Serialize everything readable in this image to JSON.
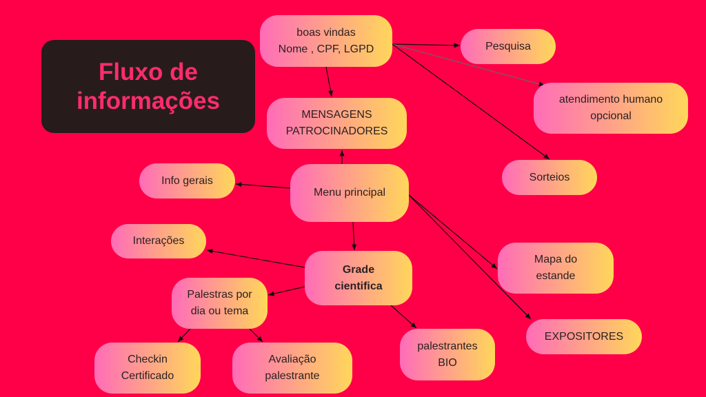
{
  "title": "Fluxo de\ninformações",
  "nodes": {
    "boas_vindas": "boas vindas\nNome , CPF, LGPD",
    "pesquisa": "Pesquisa",
    "atendimento": "atendimento humano\nopcional",
    "mensagens": "MENSAGENS\nPATROCINADORES",
    "sorteios": "Sorteios",
    "info_gerais": "Info gerais",
    "menu_principal": "Menu principal",
    "interacoes": "Interações",
    "grade": "Grade\ncientifica",
    "mapa": "Mapa do\nestande",
    "palestras": "Palestras por\ndia ou tema",
    "palestrantes_bio": "palestrantes\nBIO",
    "expositores": "EXPOSITORES",
    "checkin": "Checkin\nCertificado",
    "avaliacao": "Avaliação\npalestrante"
  },
  "colors": {
    "background": "#ff0048",
    "title_box": "#271b1b",
    "title_text": "#ff2c6c",
    "node_from": "#ff6cb8",
    "node_to": "#ffd75a"
  }
}
